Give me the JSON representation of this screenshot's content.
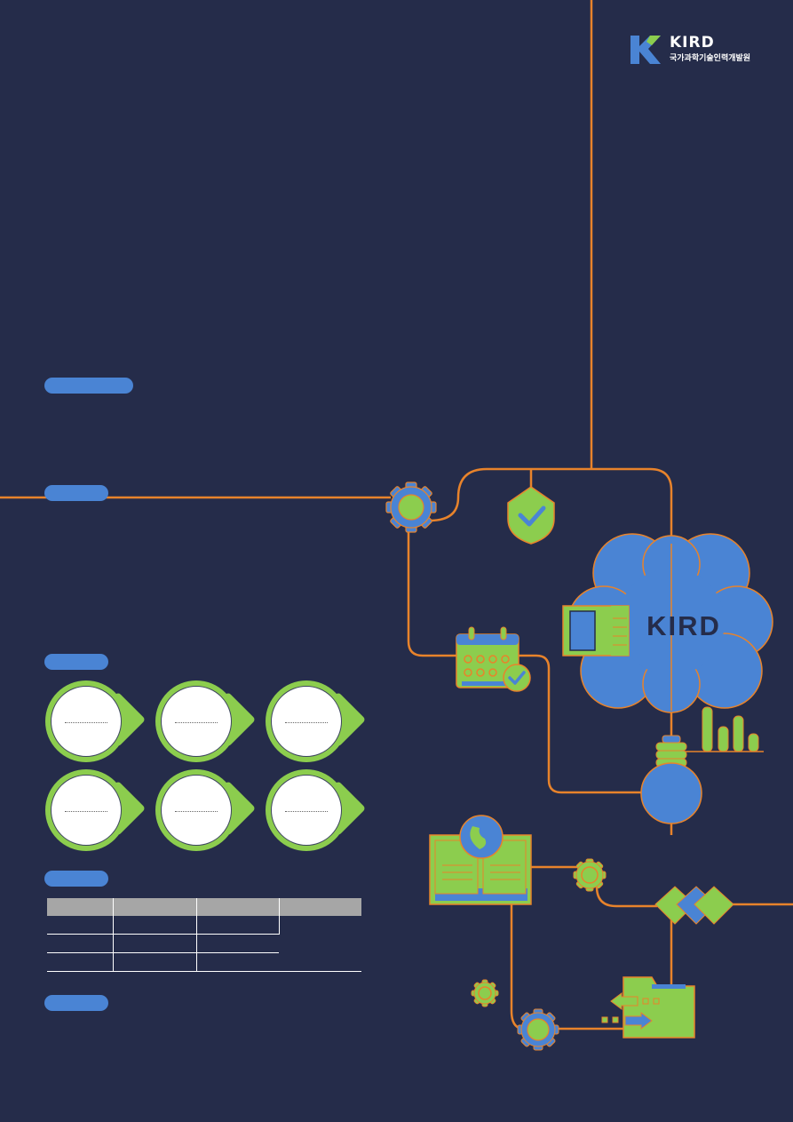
{
  "brand": {
    "logo_text": "KIRD",
    "logo_subtitle": "국가과학기술인력개발원",
    "cloud_text": "KIRD"
  },
  "colors": {
    "background": "#252c4a",
    "accent_orange": "#e8832b",
    "accent_blue": "#4a84d4",
    "accent_green": "#8ccd4e"
  },
  "info_table": {
    "headers": [
      "",
      "",
      "",
      ""
    ],
    "rows": [
      [
        "",
        "",
        "",
        ""
      ],
      [
        "",
        "",
        ""
      ],
      [
        "",
        "",
        ""
      ]
    ]
  }
}
